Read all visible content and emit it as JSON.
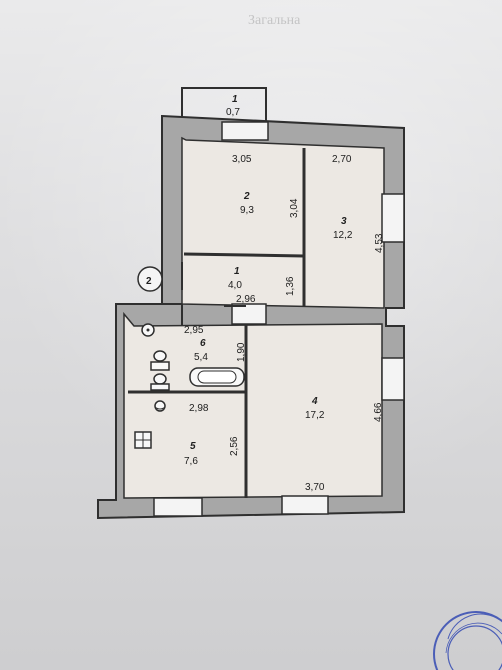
{
  "plan": {
    "section_number": "2",
    "faint_header": "Загальна",
    "rooms": [
      {
        "number": "1",
        "area": "0,7"
      },
      {
        "number": "2",
        "area": "9,3"
      },
      {
        "number": "3",
        "area": "12,2"
      },
      {
        "number": "1",
        "area": "4,0"
      },
      {
        "number": "4",
        "area": "17,2"
      },
      {
        "number": "6",
        "area": "5,4"
      },
      {
        "number": "5",
        "area": "7,6"
      }
    ],
    "dimensions": [
      "3,05",
      "2,70",
      "3,04",
      "4,53",
      "1,36",
      "2,96",
      "2,95",
      "1,90",
      "4,66",
      "2,98",
      "2,56",
      "3,70"
    ]
  },
  "colors": {
    "background": "#d9d9db",
    "wall_fill": "#a7a7a7",
    "wall_stroke": "#2f2f2f",
    "text": "#202020"
  },
  "icons": {
    "sink": "sink-icon",
    "toilet": "toilet-icon",
    "bathtub": "bathtub-icon",
    "stove": "stove-icon",
    "stamp": "stamp-icon"
  }
}
